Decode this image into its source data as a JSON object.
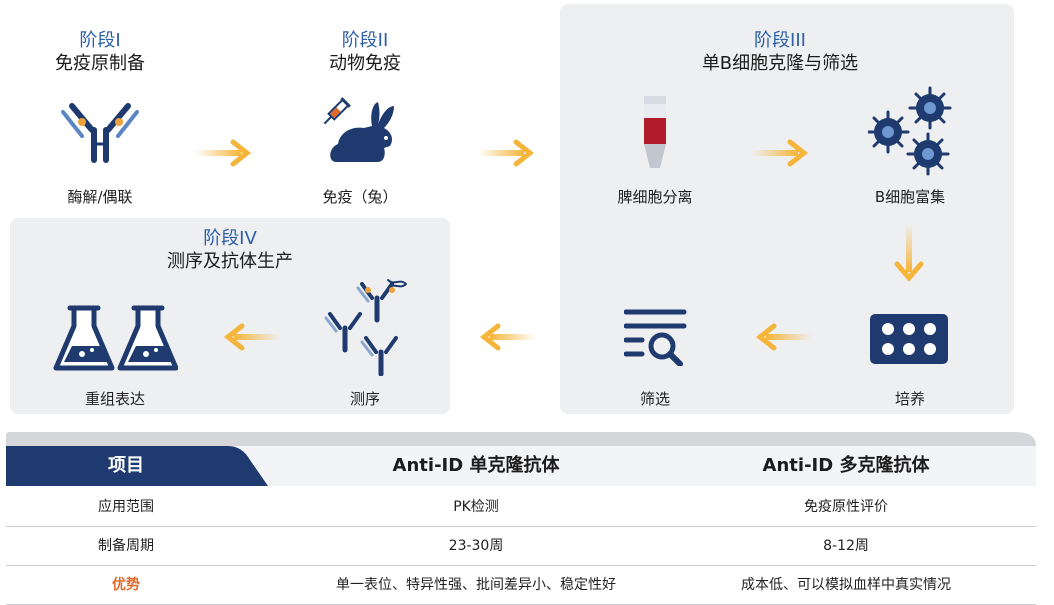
{
  "stages": {
    "s1": {
      "no": "阶段I",
      "title": "免疫原制备"
    },
    "s2": {
      "no": "阶段II",
      "title": "动物免疫"
    },
    "s3": {
      "no": "阶段III",
      "title": "单B细胞克隆与筛选"
    },
    "s4": {
      "no": "阶段IV",
      "title": "测序及抗体生产"
    }
  },
  "nodes": {
    "enzyme": "酶解/偶联",
    "immune": "免疫（兔）",
    "spleen": "脾细胞分离",
    "bcell": "B细胞富集",
    "culture": "培养",
    "screen": "筛选",
    "sequence": "测序",
    "express": "重组表达"
  },
  "table": {
    "headers": [
      "项目",
      "Anti-ID 单克隆抗体",
      "Anti-ID 多克隆抗体"
    ],
    "rows": [
      {
        "label": "应用范围",
        "mono": "PK检测",
        "poly": "免疫原性评价"
      },
      {
        "label": "制备周期",
        "mono": "23-30周",
        "poly": "8-12周"
      },
      {
        "label": "优势",
        "mono": "单一表位、特异性强、批间差异小、稳定性好",
        "poly": "成本低、可以模拟血样中真实情况"
      }
    ]
  },
  "colors": {
    "navy": "#1e3a6e",
    "stage_blue": "#2d5fa8",
    "arrow": "#f5b53a",
    "accent_orange": "#e06a2c",
    "panel": "#eeeff1"
  },
  "icons": [
    "antibody-icon",
    "rabbit-icon",
    "syringe-icon",
    "tube-icon",
    "virus-icon",
    "plate-icon",
    "search-list-icon",
    "sequencing-icon",
    "flask-icon",
    "arrow-right-icon",
    "arrow-left-icon",
    "arrow-down-icon"
  ]
}
